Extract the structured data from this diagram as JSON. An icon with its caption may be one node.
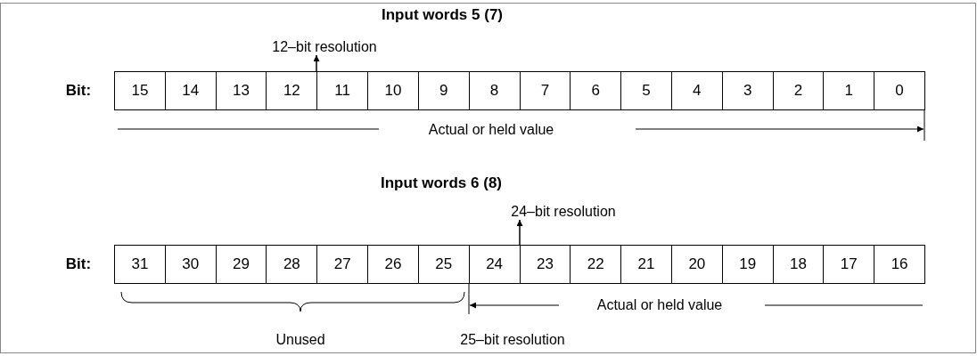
{
  "diagram": {
    "nodes": [
      {
        "text": [
          "12–bit resolution"
        ]
      },
      {
        "text": [
          "15"
        ]
      },
      {
        "text": [
          "14"
        ]
      },
      {
        "text": [
          "13"
        ]
      },
      {
        "text": [
          "12"
        ]
      },
      {
        "text": [
          "11"
        ]
      },
      {
        "text": [
          "10"
        ]
      },
      {
        "text": [
          "9"
        ]
      },
      {
        "text": [
          "8"
        ]
      },
      {
        "text": [
          "7"
        ]
      },
      {
        "text": [
          "6"
        ]
      },
      {
        "text": [
          "5"
        ]
      },
      {
        "text": [
          "4"
        ]
      },
      {
        "text": [
          "3"
        ]
      },
      {
        "text": [
          "2"
        ]
      },
      {
        "text": [
          "1"
        ]
      },
      {
        "text": [
          "0"
        ]
      },
      {
        "text": [
          "24–bit resolution"
        ]
      },
      {
        "text": [
          "31"
        ]
      },
      {
        "text": [
          "30"
        ]
      },
      {
        "text": [
          "29"
        ]
      },
      {
        "text": [
          "28"
        ]
      },
      {
        "text": [
          "27"
        ]
      },
      {
        "text": [
          "26"
        ]
      },
      {
        "text": [
          "25"
        ]
      },
      {
        "text": [
          "24"
        ]
      },
      {
        "text": [
          "23"
        ]
      },
      {
        "text": [
          "22"
        ]
      },
      {
        "text": [
          "21"
        ]
      },
      {
        "text": [
          "20"
        ]
      },
      {
        "text": [
          "19"
        ]
      },
      {
        "text": [
          "18"
        ]
      },
      {
        "text": [
          "17"
        ]
      },
      {
        "text": [
          "16"
        ]
      }
    ],
    "edges": [
      {
        "from": 4,
        "to": 0,
        "arrow": "to"
      },
      {
        "from": 25,
        "to": 17,
        "arrow": "to"
      }
    ],
    "labels": [
      "Input words 5 (7)",
      "Bit:",
      "Actual or held value",
      "Input words 6 (8)",
      "Bit:",
      "Actual or held value",
      "Unused",
      "25–bit resolution"
    ]
  }
}
